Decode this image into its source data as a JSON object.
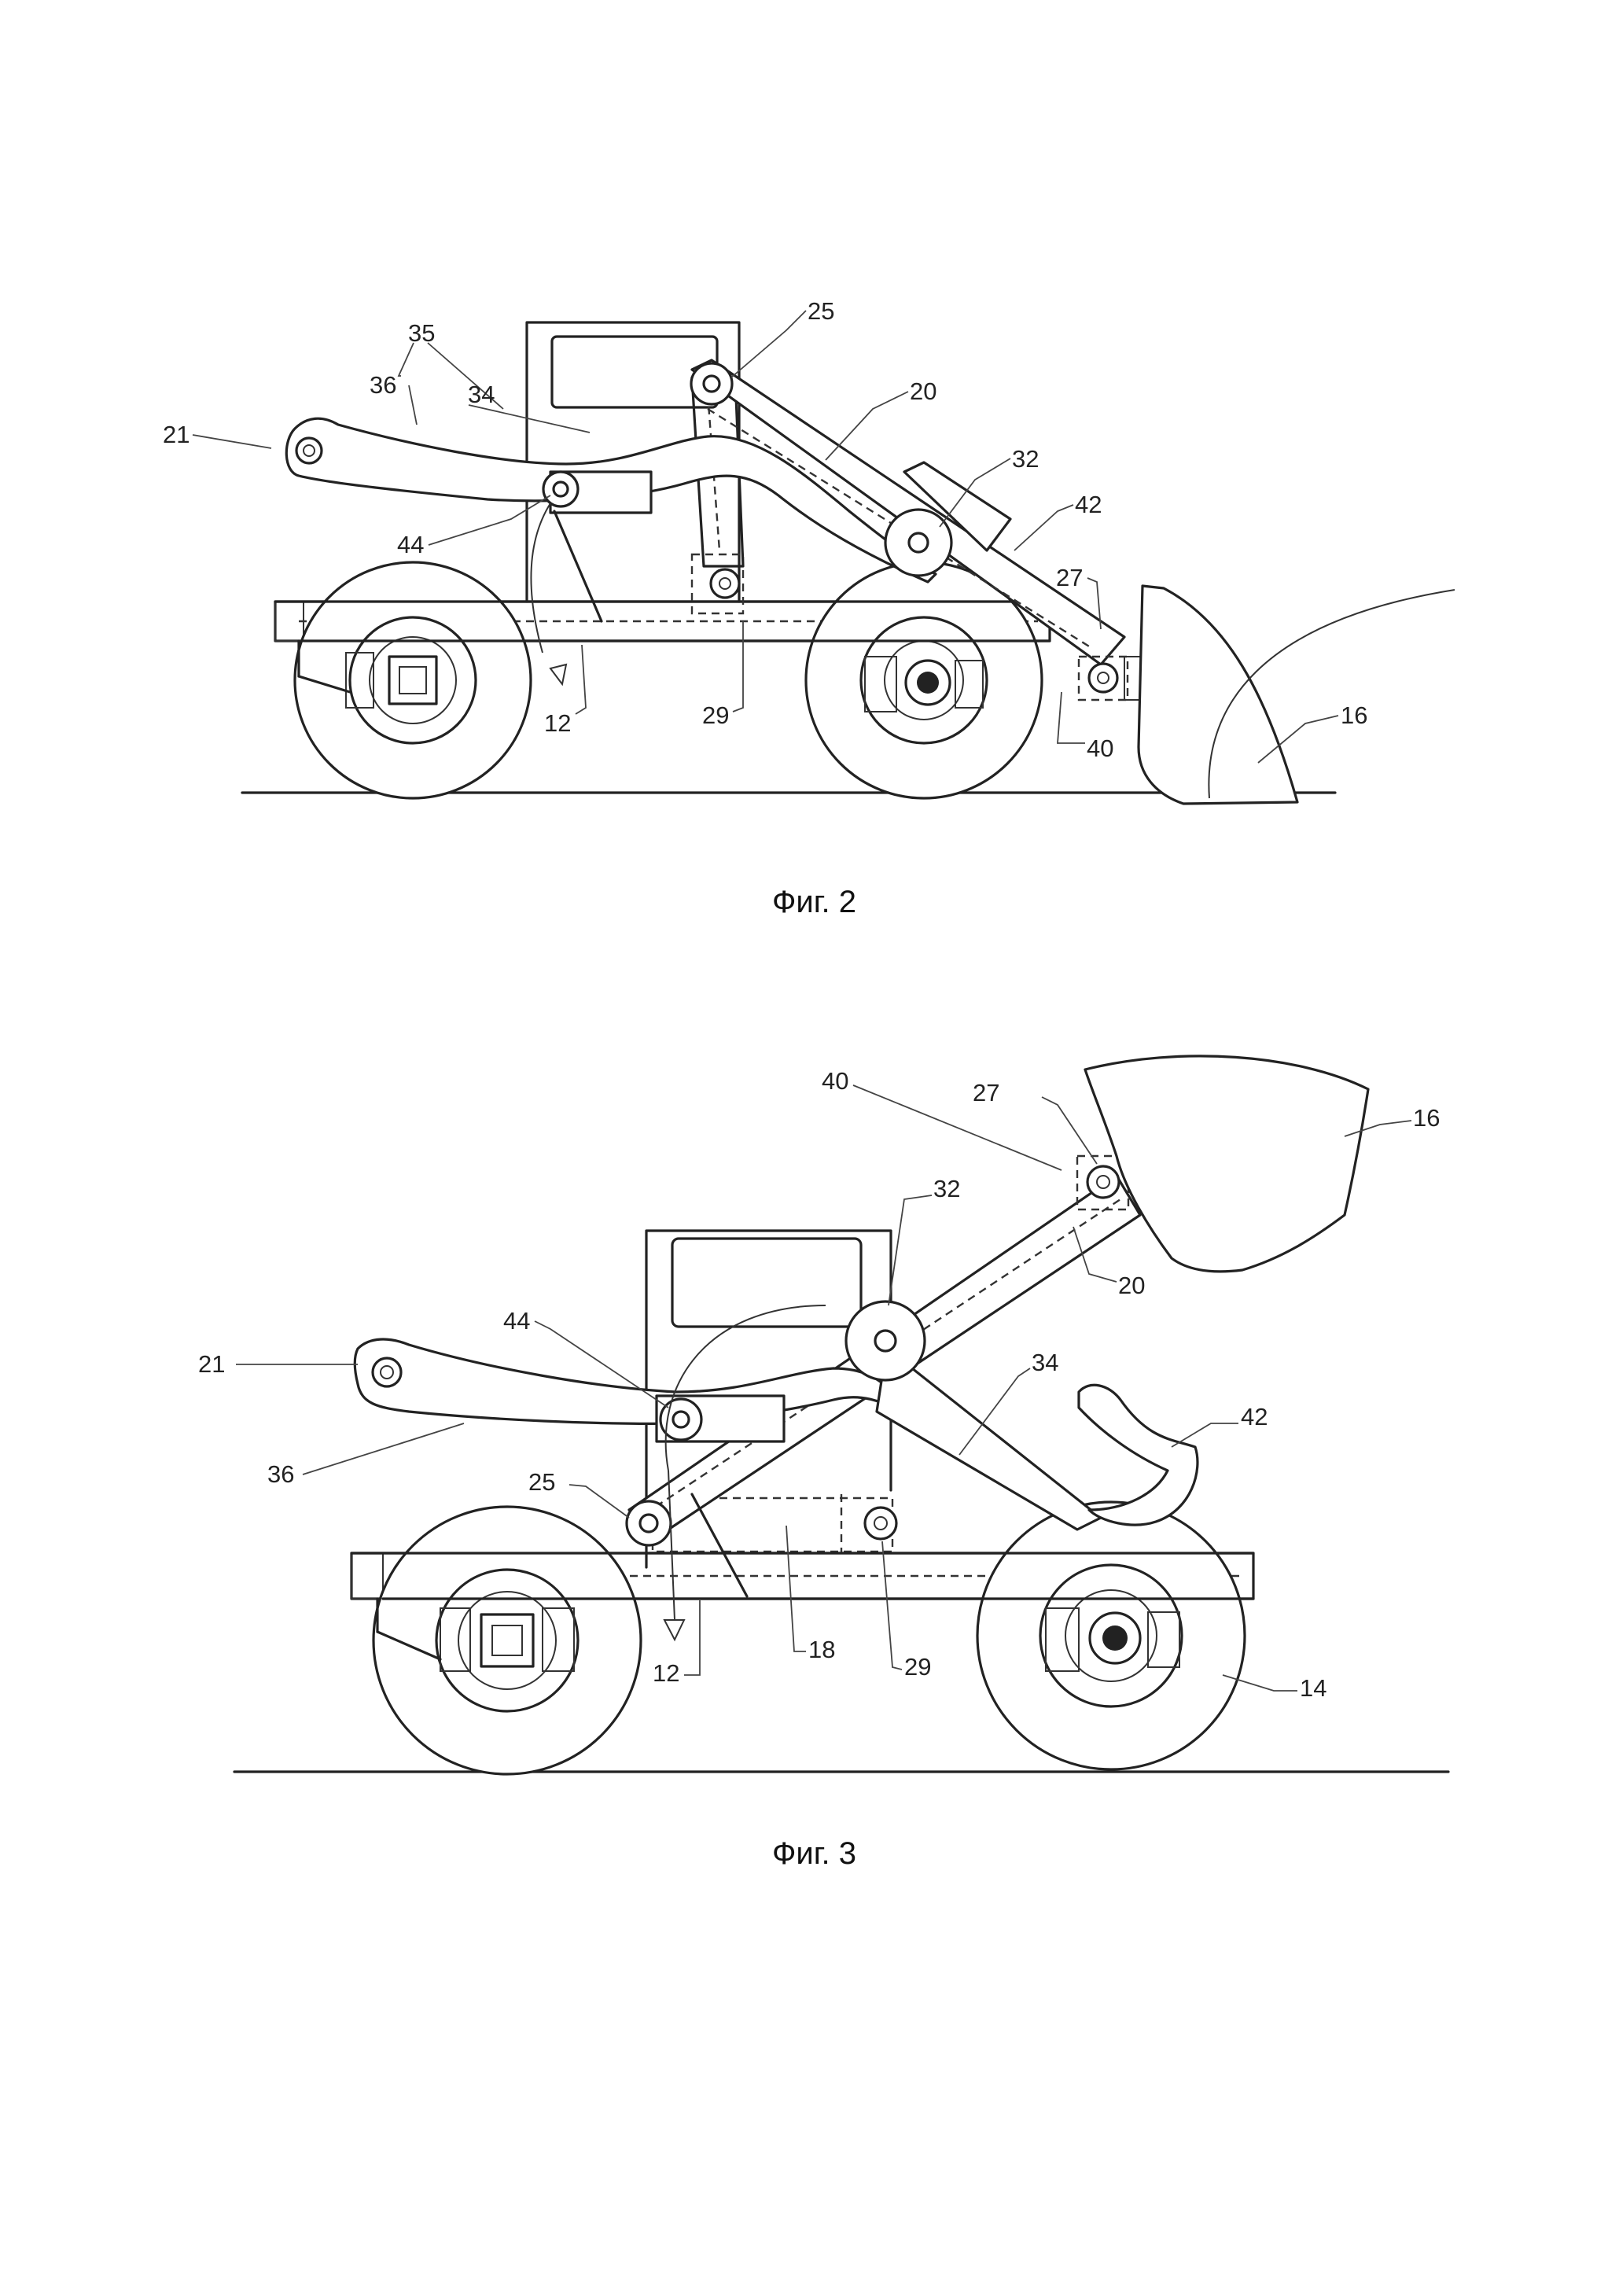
{
  "figures": [
    {
      "caption": "Фиг. 2",
      "labels": {
        "l35": "35",
        "l36": "36",
        "l34": "34",
        "l21": "21",
        "l25": "25",
        "l20": "20",
        "l32": "32",
        "l42": "42",
        "l44": "44",
        "l27": "27",
        "l12": "12",
        "l29": "29",
        "l40": "40",
        "l16": "16"
      }
    },
    {
      "caption": "Фиг. 3",
      "labels": {
        "l40": "40",
        "l27": "27",
        "l16": "16",
        "l32": "32",
        "l20": "20",
        "l44": "44",
        "l21": "21",
        "l34": "34",
        "l42": "42",
        "l36": "36",
        "l25": "25",
        "l18": "18",
        "l29": "29",
        "l12": "12",
        "l14": "14"
      }
    }
  ]
}
